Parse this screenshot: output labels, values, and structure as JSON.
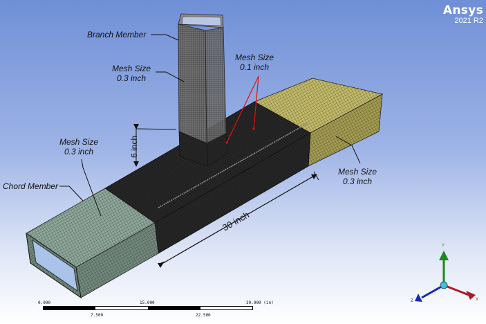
{
  "app": {
    "brand": "Ansys",
    "version": "2021 R2"
  },
  "annotations": {
    "branch_member": "Branch Member",
    "chord_member": "Chord Member",
    "mesh_branch": [
      "Mesh Size",
      "0.3 inch"
    ],
    "mesh_joint": [
      "Mesh Size",
      "0.1 inch"
    ],
    "mesh_chord_left": [
      "Mesh Size",
      "0.3 inch"
    ],
    "mesh_chord_right": [
      "Mesh Size",
      "0.3 inch"
    ]
  },
  "dimensions": {
    "height": "6 inch",
    "length": "30 inch"
  },
  "scale_bar": {
    "top_labels": [
      "0.000",
      "15.000",
      "30.000 (in)"
    ],
    "bottom_labels": [
      "7.500",
      "22.500"
    ]
  },
  "triad": {
    "x_label": "X",
    "y_label": "Y",
    "z_label": "Z"
  },
  "colors": {
    "mesh_coarse_left": "#8ea79a",
    "mesh_coarse_right": "#c2ba6a",
    "mesh_fine": "#1a1a1a",
    "mesh_branch": "#6f6f6f",
    "leader_red": "#e01010"
  }
}
